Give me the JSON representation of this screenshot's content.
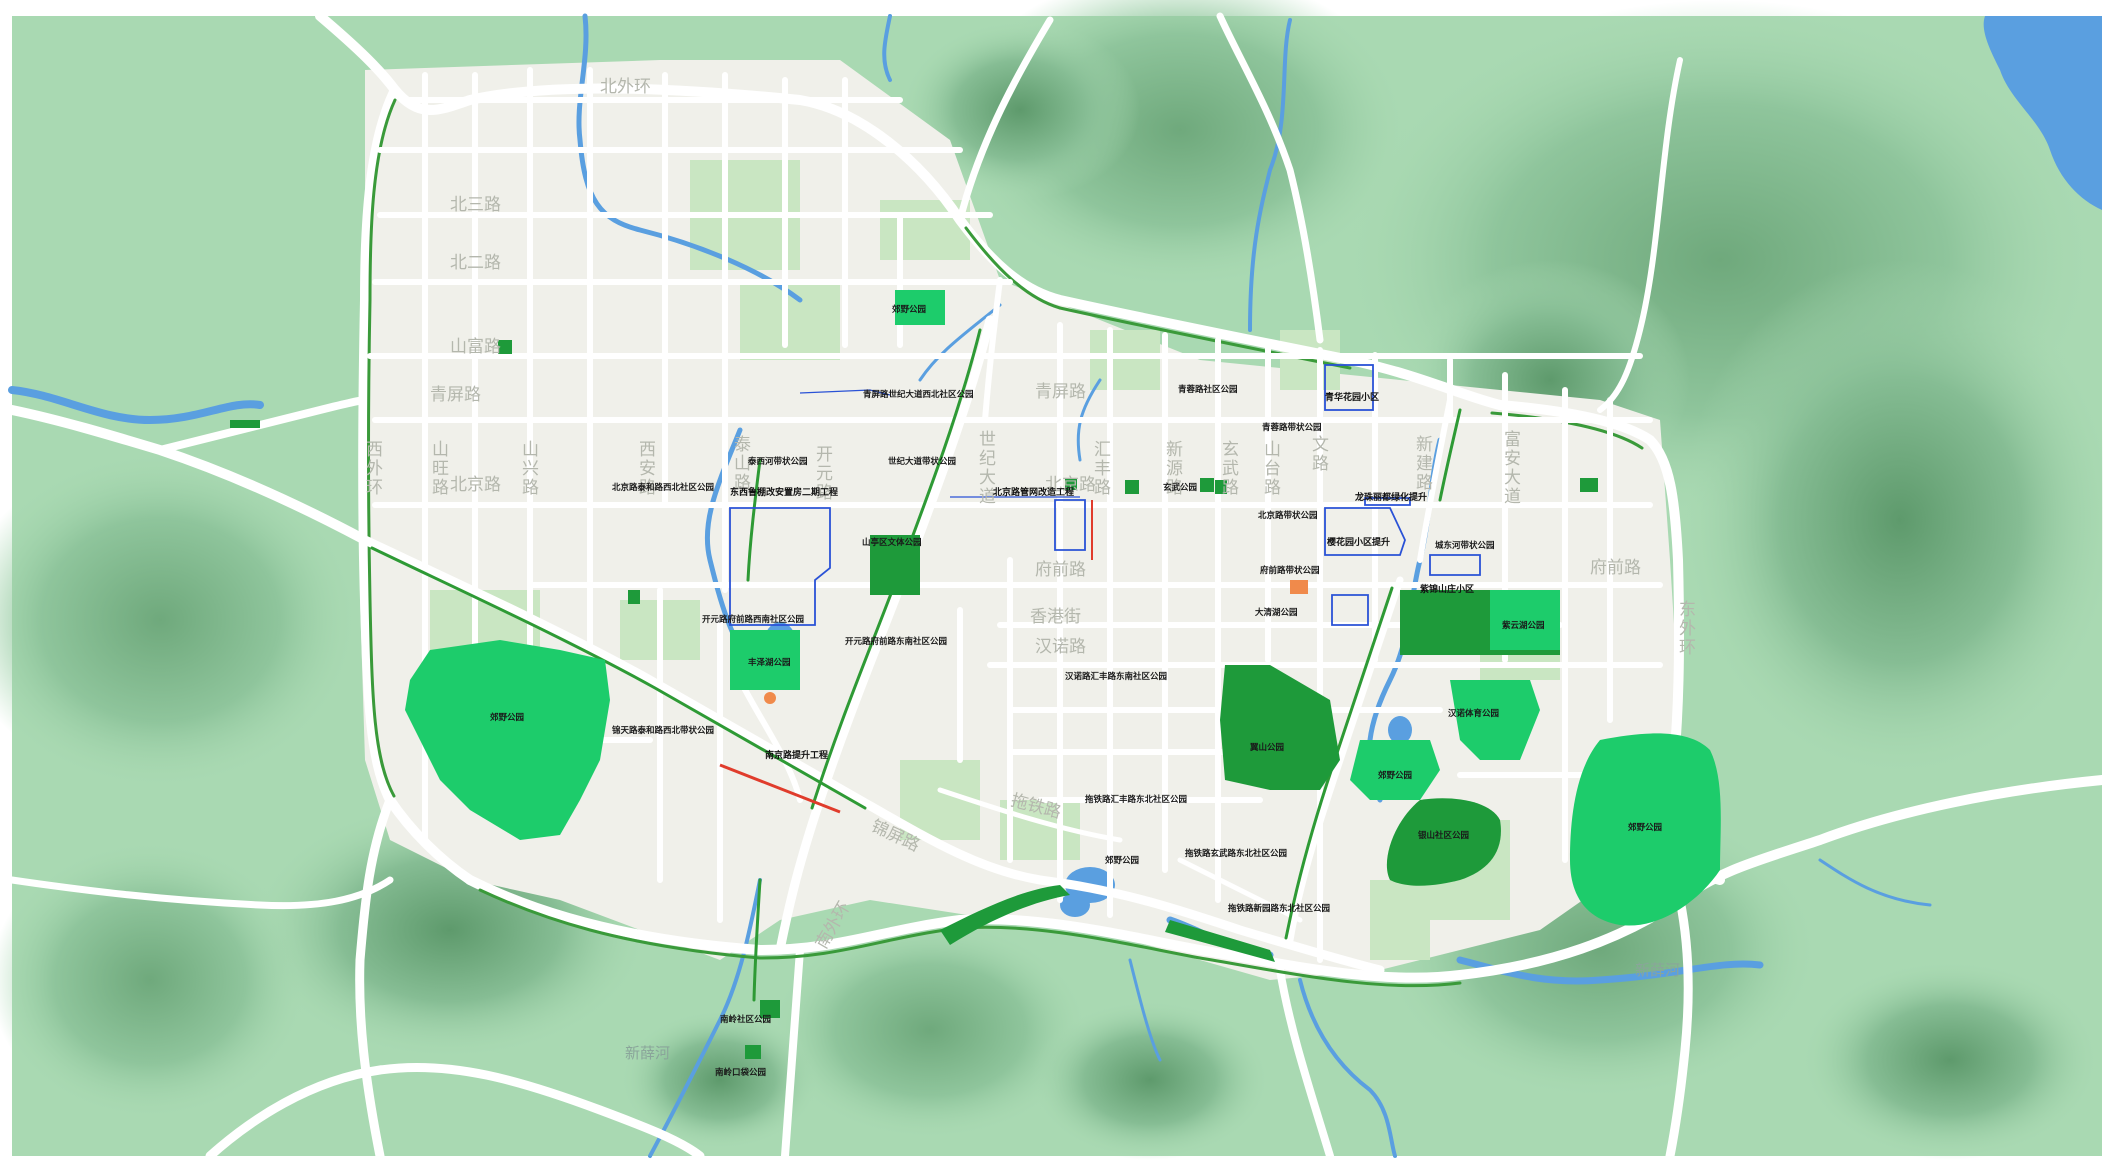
{
  "map": {
    "colors": {
      "terrain": "#a9d9b2",
      "terrain_dark": "#8cc39a",
      "urban_block": "#f0f0ea",
      "road": "#ffffff",
      "road_edge": "#c9c9c3",
      "green_belt": "#3a9a3a",
      "park_bright": "#1dcc6b",
      "park_dark": "#1e9a3a",
      "green_light": "#c9e6c2",
      "water": "#5a9fe0",
      "outline_project": "#2a52d6",
      "red_project": "#e03c2c",
      "orange_marker": "#f08a4b"
    },
    "road_labels": [
      {
        "text": "北外环",
        "id": "road-beiwaihuan"
      },
      {
        "text": "北三路",
        "id": "road-beisanlu"
      },
      {
        "text": "北二路",
        "id": "road-beierlu"
      },
      {
        "text": "山富路",
        "id": "road-shanfulu"
      },
      {
        "text": "青屏路",
        "id": "road-qingpinglu-w"
      },
      {
        "text": "青屏路",
        "id": "road-qingpinglu-e"
      },
      {
        "text": "北京路",
        "id": "road-beijinglu-w"
      },
      {
        "text": "北京路",
        "id": "road-beijinglu-e"
      },
      {
        "text": "府前路",
        "id": "road-fuqianlu-c"
      },
      {
        "text": "府前路",
        "id": "road-fuqianlu-e"
      },
      {
        "text": "香港街",
        "id": "road-xianggangjie"
      },
      {
        "text": "汉诺路",
        "id": "road-hannuolu"
      },
      {
        "text": "锦屏路",
        "id": "road-jinpinglu"
      },
      {
        "text": "拖铁路",
        "id": "road-tuotielu"
      },
      {
        "text": "南外环",
        "id": "road-nanwaihuan"
      },
      {
        "text": "西外环",
        "id": "road-xiwaihuan"
      },
      {
        "text": "山旺路",
        "id": "road-shanwanglu"
      },
      {
        "text": "山兴路",
        "id": "road-shanxinglu"
      },
      {
        "text": "西安路",
        "id": "road-xianlu"
      },
      {
        "text": "泰山路",
        "id": "road-taishanlu"
      },
      {
        "text": "开元路",
        "id": "road-kaiyuanlu"
      },
      {
        "text": "世纪大道",
        "id": "road-shijidadao"
      },
      {
        "text": "汇丰路",
        "id": "road-huifenglu"
      },
      {
        "text": "新源路",
        "id": "road-xinyuanlu"
      },
      {
        "text": "玄武路",
        "id": "road-xuanwulu"
      },
      {
        "text": "山台路",
        "id": "road-shantailu"
      },
      {
        "text": "文路",
        "id": "road-wenlu"
      },
      {
        "text": "新建路",
        "id": "road-xinjianlu"
      },
      {
        "text": "富安大道",
        "id": "road-fuandadao"
      },
      {
        "text": "东外环",
        "id": "road-dongwaihuan"
      }
    ],
    "river_labels": [
      {
        "text": "新薛河",
        "id": "river-xinxuehe-e"
      },
      {
        "text": "新薛河",
        "id": "river-xinxuehe-s"
      }
    ],
    "park_labels": [
      {
        "text": "郊野公园",
        "id": "park-jiaoye-n"
      },
      {
        "text": "青屏路世纪大道西北社区公园",
        "id": "park-qingping-shiji"
      },
      {
        "text": "青蓉路社区公园",
        "id": "park-qingrong"
      },
      {
        "text": "青华花园小区",
        "id": "project-qinghua"
      },
      {
        "text": "青蓉路带状公园",
        "id": "park-qingrong-strip"
      },
      {
        "text": "泰西河带状公园",
        "id": "park-taixihe"
      },
      {
        "text": "世纪大道带状公园",
        "id": "park-shiji-strip"
      },
      {
        "text": "北京路泰和路西北社区公园",
        "id": "park-beijing-taihe"
      },
      {
        "text": "东西鲁棚改安置房二期工程",
        "id": "project-dongxilu"
      },
      {
        "text": "北京路管网改造工程",
        "id": "project-beijing-pipe"
      },
      {
        "text": "北京路带状公园",
        "id": "park-beijing-strip"
      },
      {
        "text": "玄武公园",
        "id": "park-xuanwu"
      },
      {
        "text": "龙珠丽都绿化提升",
        "id": "project-longzhu"
      },
      {
        "text": "山亭区文体公园",
        "id": "park-wenti"
      },
      {
        "text": "樱花园小区提升",
        "id": "project-yinghua"
      },
      {
        "text": "城东河带状公园",
        "id": "park-chengdong"
      },
      {
        "text": "府前路带状公园",
        "id": "park-fuqian-strip"
      },
      {
        "text": "紫锦山庄小区",
        "id": "project-zijin"
      },
      {
        "text": "大清湖公园",
        "id": "park-daqinghu"
      },
      {
        "text": "紫云湖公园",
        "id": "park-ziyunhu"
      },
      {
        "text": "开元路府前路西南社区公园",
        "id": "park-kaiyuan-sw"
      },
      {
        "text": "开元路府前路东南社区公园",
        "id": "park-kaiyuan-se"
      },
      {
        "text": "丰泽湖公园",
        "id": "park-fengzehu"
      },
      {
        "text": "汉诺路汇丰路东南社区公园",
        "id": "park-hannuo-huifeng"
      },
      {
        "text": "郊野公园",
        "id": "park-jiaoye-w"
      },
      {
        "text": "锦天路泰和路西北带状公园",
        "id": "park-jintian-taihe"
      },
      {
        "text": "南京路提升工程",
        "id": "project-nanjing"
      },
      {
        "text": "翼山公园",
        "id": "park-yishan"
      },
      {
        "text": "汉诺体育公园",
        "id": "park-hannuo-sport"
      },
      {
        "text": "郊野公园",
        "id": "park-jiaoye-c"
      },
      {
        "text": "拖铁路汇丰路东北社区公园",
        "id": "park-tuotie-huifeng"
      },
      {
        "text": "银山社区公园",
        "id": "park-yinshan"
      },
      {
        "text": "郊野公园",
        "id": "park-jiaoye-e"
      },
      {
        "text": "郊野公园",
        "id": "park-jiaoye-s"
      },
      {
        "text": "拖铁路玄武路东北社区公园",
        "id": "park-tuotie-xuanwu"
      },
      {
        "text": "拖铁路新园路东北社区公园",
        "id": "park-tuotie-xinyuan"
      },
      {
        "text": "南岭社区公园",
        "id": "park-nanling"
      },
      {
        "text": "南岭口袋公园",
        "id": "park-nanling-pocket"
      }
    ]
  }
}
